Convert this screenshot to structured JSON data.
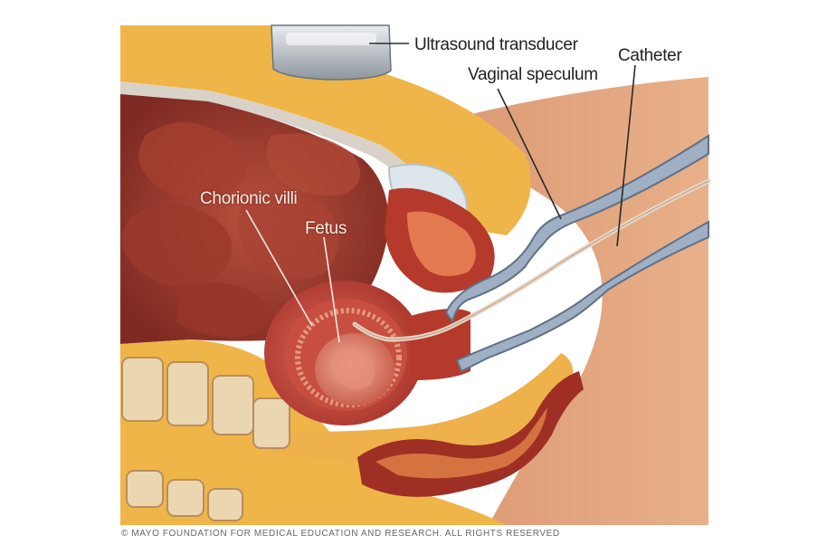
{
  "labels": {
    "ultrasound_transducer": "Ultrasound transducer",
    "catheter": "Catheter",
    "vaginal_speculum": "Vaginal speculum",
    "chorionic_villi": "Chorionic villi",
    "fetus": "Fetus"
  },
  "copyright": "© MAYO FOUNDATION FOR MEDICAL EDUCATION AND RESEARCH. ALL RIGHTS RESERVED"
}
